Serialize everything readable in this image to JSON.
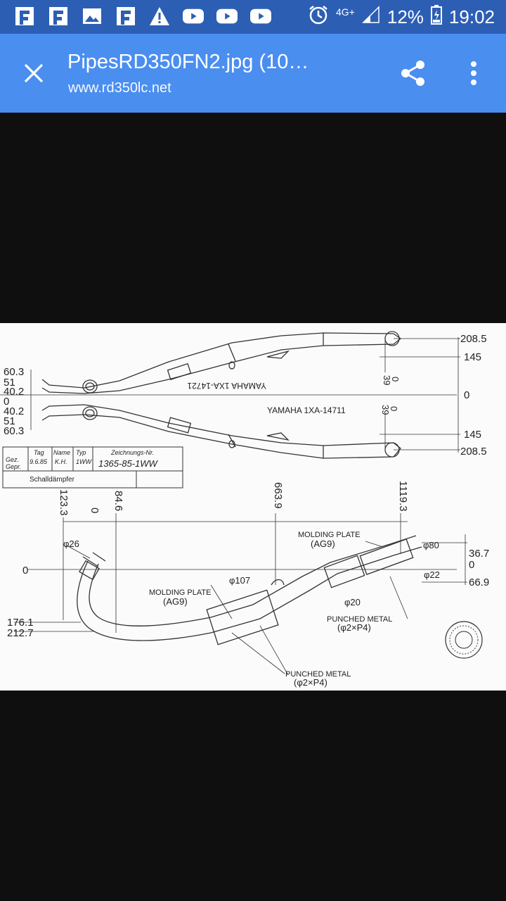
{
  "status_bar": {
    "notification_icons": [
      "flipboard-icon",
      "flipboard-icon",
      "image-icon",
      "flipboard-icon",
      "warning-icon",
      "youtube-icon",
      "youtube-icon",
      "youtube-icon"
    ],
    "network": "4G+",
    "battery": "12%",
    "time": "19:02"
  },
  "app_bar": {
    "title": "PipesRD350FN2.jpg (10…",
    "subtitle": "www.rd350lc.net"
  },
  "drawing": {
    "top_right_dims": [
      "208.5",
      "145",
      "0",
      "145",
      "208.5"
    ],
    "left_top_dims": [
      "60.3",
      "51",
      "40.2",
      "0",
      "40.2",
      "51",
      "60.3"
    ],
    "part_label_upper": "YAMAHA 1XA-14721",
    "part_label_lower": "YAMAHA 1XA-14711",
    "dim_39_a": "39",
    "dim_39_b": "39",
    "dim_0_a": "0",
    "dim_0_b": "0",
    "title_block": {
      "tag_label": "Tag",
      "name_label": "Name",
      "typ_label": "Typ",
      "zeichnungs_label": "Zeichnungs-Nr.",
      "gez_label": "Gez.",
      "gepr_label": "Gepr.",
      "date": "9.6.85",
      "name": "K.H.",
      "typ": "1WW",
      "drawing_no": "1365-85-1WW",
      "part_name": "Schalldämpfer"
    },
    "top_dims": [
      "123.3",
      "0",
      "84.6",
      "663.9",
      "1119.3"
    ],
    "right_dims": [
      "36.7",
      "0",
      "66.9"
    ],
    "left_dims": [
      "0",
      "176.1",
      "212.7"
    ],
    "phi_26": "φ26",
    "phi_107": "φ107",
    "phi_80": "φ80",
    "phi_22": "φ22",
    "phi_20": "φ20",
    "molding_plate_1": "MOLDING PLATE",
    "ag9_1": "(AG9)",
    "molding_plate_2": "MOLDING PLATE",
    "ag9_2": "(AG9)",
    "punched_metal_1": "PUNCHED METAL",
    "punched_spec_1": "(φ2×P4)",
    "punched_metal_2": "PUNCHED METAL",
    "punched_spec_2": "(φ2×P4)"
  }
}
